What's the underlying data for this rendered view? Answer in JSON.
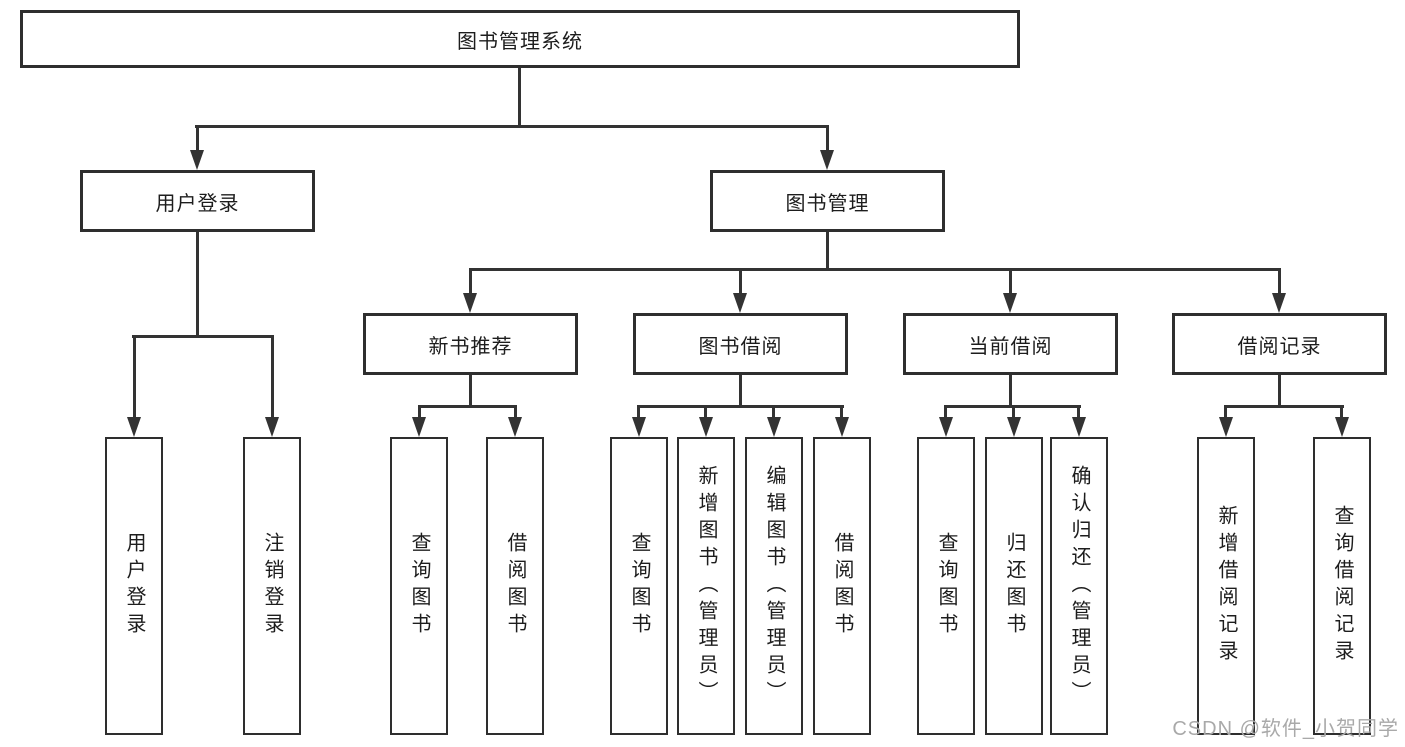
{
  "tree": {
    "root": "图书管理系统",
    "branches": {
      "user_login": {
        "label": "用户登录",
        "children": [
          "用户登录",
          "注销登录"
        ]
      },
      "book_mgmt": {
        "label": "图书管理",
        "groups": [
          {
            "label": "新书推荐",
            "children": [
              "查询图书",
              "借阅图书"
            ]
          },
          {
            "label": "图书借阅",
            "children": [
              "查询图书",
              "新增图书（管理员）",
              "编辑图书（管理员）",
              "借阅图书"
            ]
          },
          {
            "label": "当前借阅",
            "children": [
              "查询图书",
              "归还图书",
              "确认归还（管理员）"
            ]
          },
          {
            "label": "借阅记录",
            "children": [
              "新增借阅记录",
              "查询借阅记录"
            ]
          }
        ]
      }
    }
  },
  "watermark": {
    "text": "CSDN @软件_小贺同学"
  },
  "colors": {
    "line": "#333333",
    "box_border": "#2e2e2e",
    "text": "#1d1d1d",
    "watermark": "#a9a9a9",
    "background": "#ffffff"
  }
}
